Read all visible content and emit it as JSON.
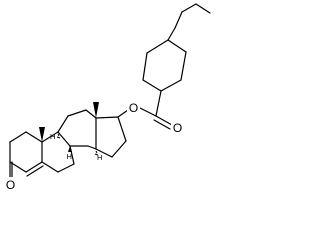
{
  "molecule": {
    "atom_labels": {
      "ketone_oxygen": "O",
      "ester_oxygen": "O",
      "ester_carbonyl_oxygen": "O"
    },
    "stereo_h_labels": [
      "H",
      "H",
      "H"
    ],
    "colors": {
      "bond": "#000000",
      "background": "#ffffff"
    }
  }
}
